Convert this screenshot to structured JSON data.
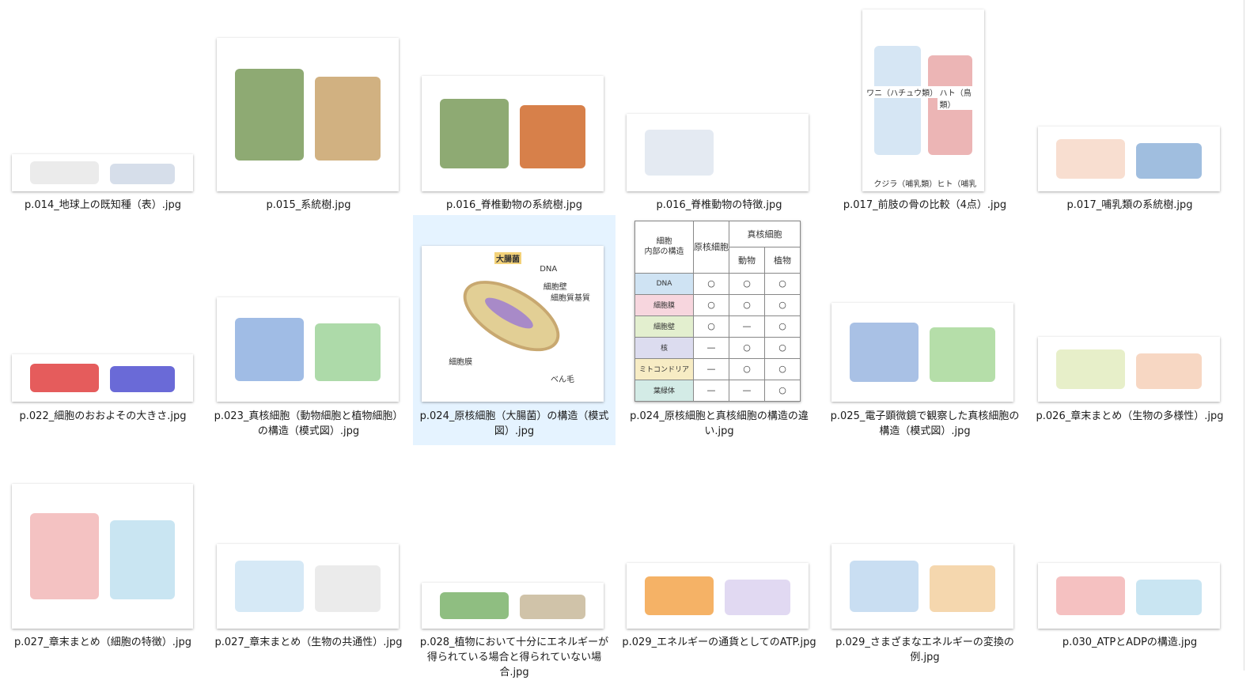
{
  "files": [
    {
      "name": "p.014_地球上の既知種（表）.jpg"
    },
    {
      "name": "p.015_系統樹.jpg"
    },
    {
      "name": "p.016_脊椎動物の系統樹.jpg"
    },
    {
      "name": "p.016_脊椎動物の特徴.jpg"
    },
    {
      "name": "p.017_前肢の骨の比較（4点）.jpg",
      "image_labels": [
        "ワニ（ハチュウ類）",
        "ハト（鳥類）",
        "クジラ（哺乳類）",
        "ヒト（哺乳類）"
      ]
    },
    {
      "name": "p.017_哺乳類の系統樹.jpg"
    },
    {
      "name": "p.022_細胞のおおよその大きさ.jpg"
    },
    {
      "name": "p.023_真核細胞（動物細胞と植物細胞）の構造（模式図）.jpg"
    },
    {
      "name": "p.024_原核細胞（大腸菌）の構造（模式図）.jpg",
      "selected": true,
      "image_labels": [
        "大腸菌",
        "DNA",
        "細胞壁",
        "細胞質基質",
        "細胞膜",
        "べん毛"
      ]
    },
    {
      "name": "p.024_原核細胞と真核細胞の構造の違い.jpg"
    },
    {
      "name": "p.025_電子顕微鏡で観察した真核細胞の構造（模式図）.jpg"
    },
    {
      "name": "p.026_章末まとめ（生物の多様性）.jpg"
    },
    {
      "name": "p.027_章末まとめ（細胞の特徴）.jpg"
    },
    {
      "name": "p.027_章末まとめ（生物の共通性）.jpg"
    },
    {
      "name": "p.028_植物において十分にエネルギーが得られている場合と得られていない場合.jpg"
    },
    {
      "name": "p.029_エネルギーの通貨としてのATP.jpg"
    },
    {
      "name": "p.029_さまざまなエネルギーの変換の例.jpg"
    },
    {
      "name": "p.030_ATPとADPの構造.jpg"
    }
  ],
  "cell_table": {
    "corner_top": "細胞",
    "corner_bottom": "内部の構造",
    "prokaryote": "原核細胞",
    "eukaryote": "真核細胞",
    "animal": "動物",
    "plant": "植物",
    "rows": [
      {
        "label": "DNA",
        "values": [
          "○",
          "○",
          "○"
        ],
        "color": "#cfe3f3"
      },
      {
        "label": "細胞膜",
        "values": [
          "○",
          "○",
          "○"
        ],
        "color": "#f7d6de"
      },
      {
        "label": "細胞壁",
        "values": [
          "○",
          "—",
          "○"
        ],
        "color": "#e3efcf"
      },
      {
        "label": "核",
        "values": [
          "—",
          "○",
          "○"
        ],
        "color": "#dcdcef"
      },
      {
        "label": "ミトコンドリア",
        "values": [
          "—",
          "○",
          "○"
        ],
        "color": "#f7ecc4"
      },
      {
        "label": "葉緑体",
        "values": [
          "—",
          "—",
          "○"
        ],
        "color": "#d3ebe6"
      }
    ]
  },
  "colors": {
    "selection": "#e5f3ff",
    "text": "#1a1a1a"
  }
}
